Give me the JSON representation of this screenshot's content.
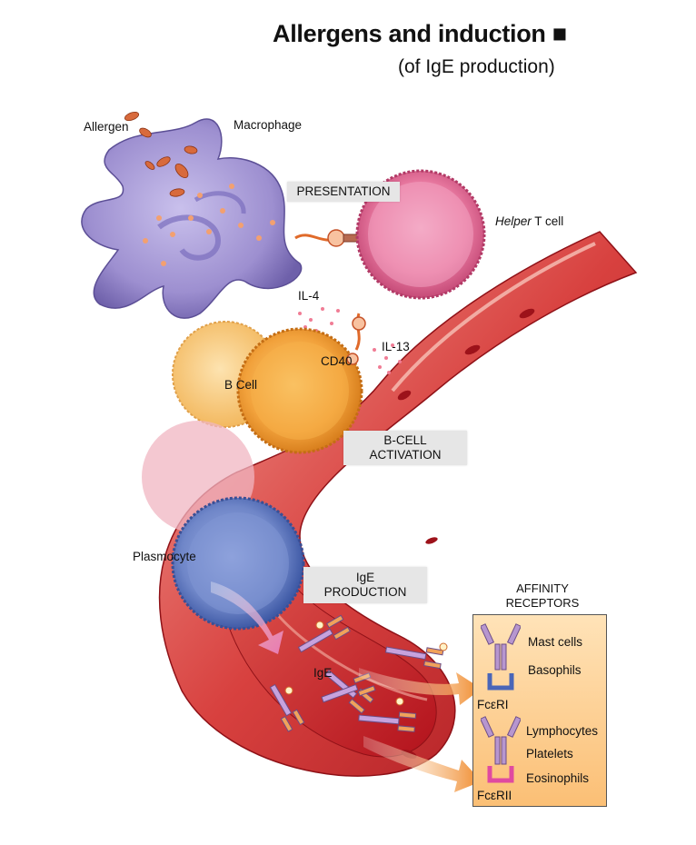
{
  "title": "Allergens and induction ■",
  "subtitle": "(of IgE production)",
  "labels": {
    "allergen": "Allergen",
    "macrophage": "Macrophage",
    "helper_t_cell_italic": "Helper",
    "helper_t_cell_rest": " T cell",
    "il4": "IL-4",
    "il13": "IL-13",
    "cd40": "CD40",
    "b_cell": "B Cell",
    "plasmocyte": "Plasmocyte",
    "ige": "IgE"
  },
  "stages": {
    "presentation": "PRESENTATION",
    "bcell_activation_1": "B-CELL",
    "bcell_activation_2": "ACTIVATION",
    "ige_production_1": "IgE",
    "ige_production_2": "PRODUCTION"
  },
  "affinity": {
    "heading_1": "AFFINITY",
    "heading_2": "RECEPTORS",
    "receptor_1": "FcεRI",
    "receptor_2": "FcεRII",
    "cells_1": [
      "Mast cells",
      "Basophils"
    ],
    "cells_2": [
      "Lymphocytes",
      "Platelets",
      "Eosinophils"
    ]
  },
  "colors": {
    "macrophage": "#9d8fd0",
    "t_cell": "#e87aa0",
    "b_cell": "#f2a23c",
    "plasmocyte": "#6f86c8",
    "vessel": "#c8242b",
    "arrow": "#f08a2a"
  }
}
